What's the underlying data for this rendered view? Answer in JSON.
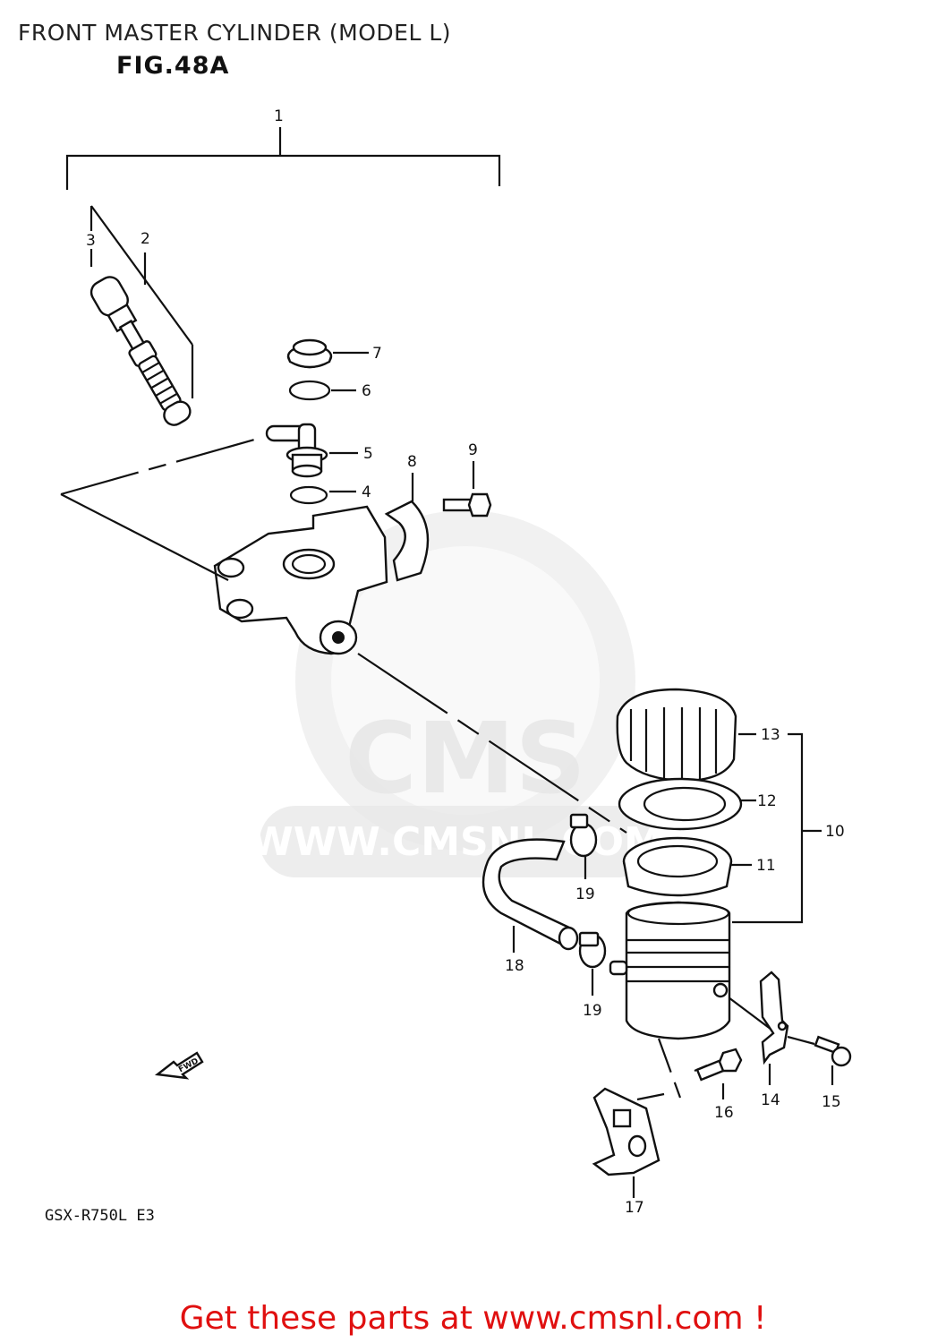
{
  "header": {
    "title": "FRONT MASTER CYLINDER (MODEL L)",
    "figure": "FIG.48A"
  },
  "footer": {
    "model_code": "GSX-R750L E3",
    "cta": "Get these parts at www.cmsnl.com !"
  },
  "watermark": {
    "text": "WWW.CMSNL.COM",
    "logo": "CMS"
  },
  "fwd_marker": "FWD",
  "callouts": [
    {
      "id": "callout-1",
      "label": "1"
    },
    {
      "id": "callout-2",
      "label": "2"
    },
    {
      "id": "callout-3",
      "label": "3"
    },
    {
      "id": "callout-4",
      "label": "4"
    },
    {
      "id": "callout-5",
      "label": "5"
    },
    {
      "id": "callout-6",
      "label": "6"
    },
    {
      "id": "callout-7",
      "label": "7"
    },
    {
      "id": "callout-8",
      "label": "8"
    },
    {
      "id": "callout-9",
      "label": "9"
    },
    {
      "id": "callout-10",
      "label": "10"
    },
    {
      "id": "callout-11",
      "label": "11"
    },
    {
      "id": "callout-12",
      "label": "12"
    },
    {
      "id": "callout-13",
      "label": "13"
    },
    {
      "id": "callout-14",
      "label": "14"
    },
    {
      "id": "callout-15",
      "label": "15"
    },
    {
      "id": "callout-16",
      "label": "16"
    },
    {
      "id": "callout-17",
      "label": "17"
    },
    {
      "id": "callout-18",
      "label": "18"
    },
    {
      "id": "callout-19a",
      "label": "19"
    },
    {
      "id": "callout-19b",
      "label": "19"
    }
  ]
}
